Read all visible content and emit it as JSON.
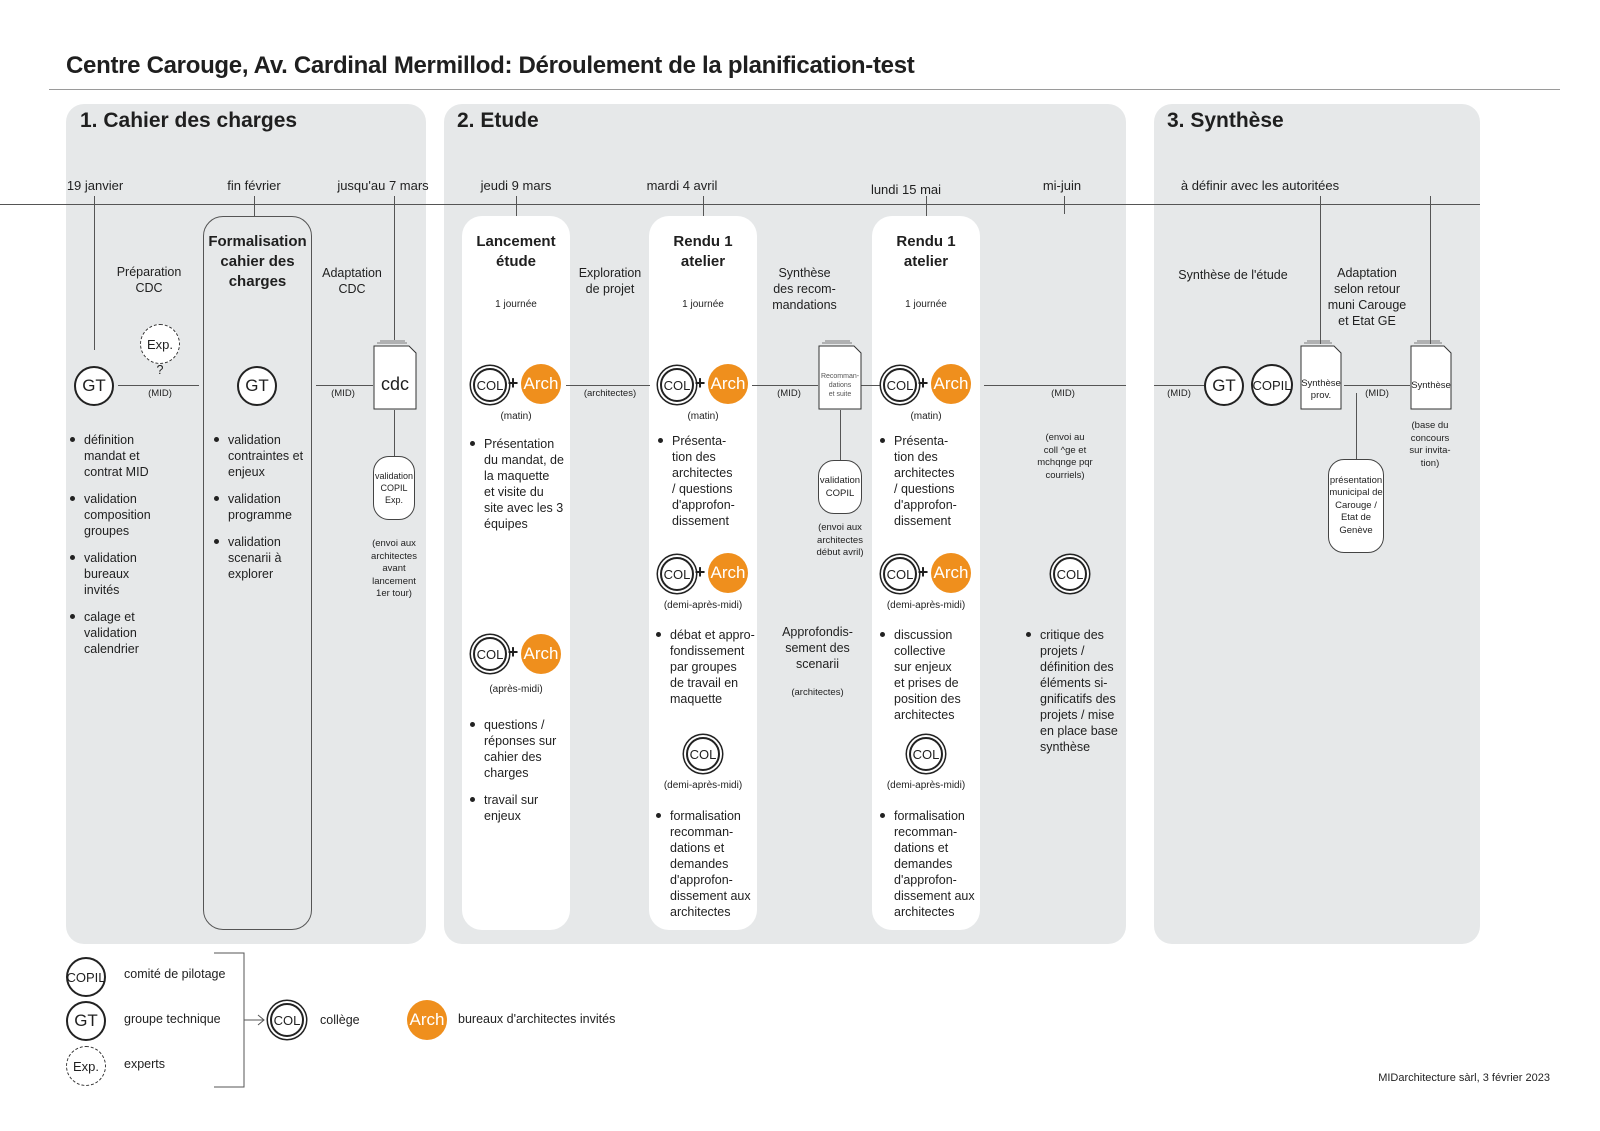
{
  "title": "Centre Carouge, Av. Cardinal Mermillod:  Déroulement de la planification-test",
  "footer": "MIDarchitecture sàrl, 3 février 2023",
  "phases": [
    {
      "title": "1. Cahier des charges"
    },
    {
      "title": "2. Etude"
    },
    {
      "title": "3. Synthèse"
    }
  ],
  "dates": {
    "d1": "19 janvier",
    "d2": "fin février",
    "d3": "jusqu'au 7 mars",
    "d4": "jeudi 9 mars",
    "d5": "mardi 4 avril",
    "d6": "lundi 15 mai",
    "d7": "mi-juin",
    "d8": "à définir avec les autoritées"
  },
  "nodes": {
    "gt": "GT",
    "col": "COL",
    "arch": "Arch",
    "copil": "COPIL",
    "exp": "Exp.",
    "cdc": "cdc",
    "plus": "+",
    "question": "?"
  },
  "phase1": {
    "prep": "Préparation\nCDC",
    "mid": "(MID)",
    "formalisation": "Formalisation\ncahier des\ncharges",
    "adaptation": "Adaptation\nCDC",
    "mid2": "(MID)",
    "validation_copil": "validation\nCOPIL\nExp.",
    "envoi": "(envoi aux\narchitectes\navant\nlancement\n1er tour)",
    "bullets_left": [
      "définition\nmandat et\ncontrat MID",
      "validation\ncomposition\ngroupes",
      "validation\nbureaux\ninvités",
      "calage et\nvalidation\ncalendrier"
    ],
    "bullets_mid": [
      "validation\ncontraintes et\nenjeux",
      "validation\nprogramme",
      "validation\nscenarii à\nexplorer"
    ]
  },
  "phase2": {
    "lancement": "Lancement\nétude",
    "journee": "1 journée",
    "matin": "(matin)",
    "apres_midi": "(après-midi)",
    "demi_apres_midi": "(demi-après-midi)",
    "lancement_b1": [
      "Présentation\ndu mandat, de\nla maquette\net visite du\nsite avec les 3\néquipes"
    ],
    "lancement_b2": [
      "questions /\nréponses sur\ncahier des\ncharges",
      "travail sur\nenjeux"
    ],
    "exploration": "Exploration\nde projet",
    "architectes": "(architectes)",
    "rendu": "Rendu 1\natelier",
    "r1_b1": [
      "Présenta-\ntion des\narchitectes\n/ questions\nd'approfon-\ndissement"
    ],
    "r1_b2": [
      "débat et appro-\nfondissement\npar groupes\nde travail en\nmaquette"
    ],
    "r1_b3": [
      "formalisation\nrecomman-\ndations et\ndemandes\nd'approfon-\ndissement aux\narchitectes"
    ],
    "synthese_recom": "Synthèse\ndes recom-\nmandations",
    "mid": "(MID)",
    "recom_doc": "Recomman-\ndations\net suite",
    "validation_copil": "validation\nCOPIL",
    "envoi_avril": "(envoi aux\narchitectes\ndébut avril)",
    "approfondissement": "Approfondis-\nsement des\nscenarii",
    "architectes2": "(architectes)",
    "r2_b1": [
      "Présenta-\ntion des\narchitectes\n/ questions\nd'approfon-\ndissement"
    ],
    "r2_b2": [
      "discussion\ncollective\nsur enjeux\net prises de\nposition des\narchitectes"
    ],
    "r2_b3": [
      "formalisation\nrecomman-\ndations et\ndemandes\nd'approfon-\ndissement aux\narchitectes"
    ],
    "mid3": "(MID)",
    "envoi_coll": "(envoi au\ncoll ^ge et\nmchqnge pqr\ncourriels)",
    "final_b": [
      "critique des\nprojets /\ndéfinition des\néléments si-\ngnificatifs des\nprojets / mise\nen place base\nsynthèse"
    ]
  },
  "phase3": {
    "synthese_etude": "Synthèse de l'étude",
    "adaptation": "Adaptation\nselon retour\nmuni Carouge\net Etat GE",
    "mid": "(MID)",
    "mid2": "(MID)",
    "synthese_prov": "Synthèse\nprov.",
    "synthese": "Synthèse",
    "base": "(base du\nconcours\nsur invita-\ntion)",
    "presentation": "présentation\nmunicipal de\nCarouge /\nEtat de\nGenève"
  },
  "legend": {
    "copil": "comité de pilotage",
    "gt": "groupe technique",
    "exp": "experts",
    "col": "collège",
    "arch": "bureaux d'architectes invités"
  },
  "colors": {
    "panel": "#e6e8e9",
    "accent": "#ef8f1d",
    "line": "#555555"
  }
}
